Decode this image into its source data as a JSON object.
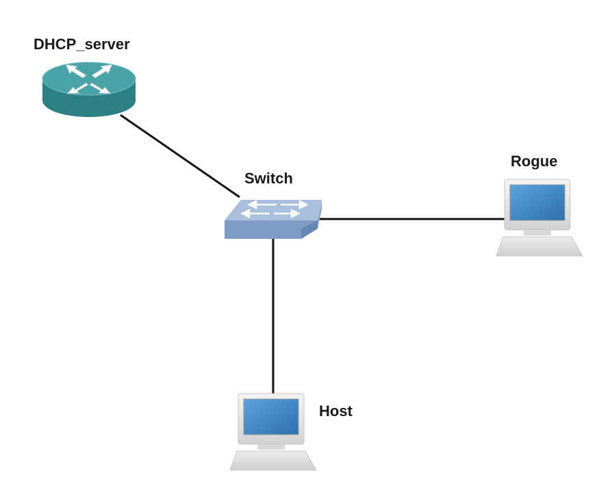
{
  "nodes": {
    "dhcp_server": {
      "label": "DHCP_server",
      "type": "router"
    },
    "switch": {
      "label": "Switch",
      "type": "switch"
    },
    "rogue": {
      "label": "Rogue",
      "type": "workstation"
    },
    "host": {
      "label": "Host",
      "type": "workstation"
    }
  },
  "links": [
    {
      "from": "dhcp_server",
      "to": "switch"
    },
    {
      "from": "switch",
      "to": "rogue"
    },
    {
      "from": "switch",
      "to": "host"
    }
  ],
  "colors": {
    "router_top": "#4aa3a6",
    "router_side": "#2c7f82",
    "switch_top": "#a9bfdc",
    "switch_side": "#7f9cc4",
    "screen": "#3d87c9",
    "computer_body": "#e6e6e6",
    "link": "#111111"
  }
}
